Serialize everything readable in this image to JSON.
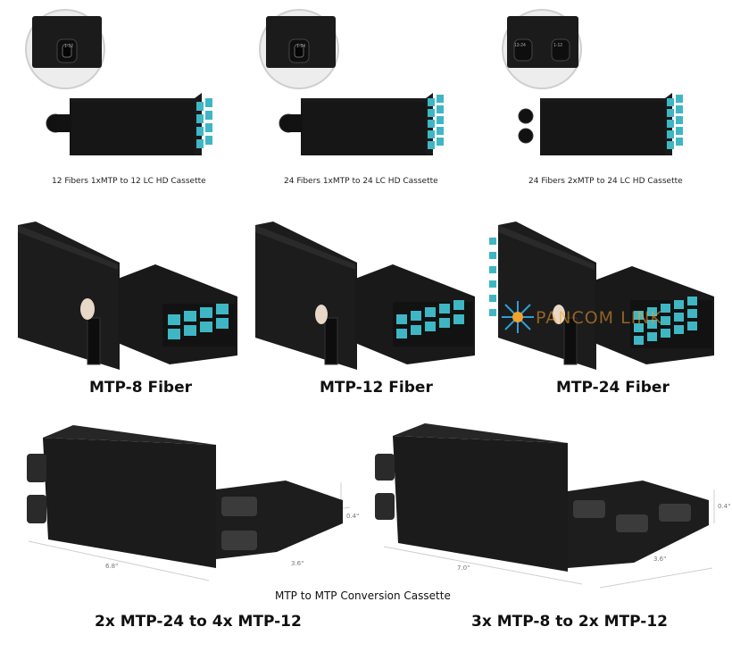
{
  "row1": {
    "captions": [
      "12 Fibers 1xMTP to 12 LC HD Cassette",
      "24 Fibers 1xMTP to 24 LC HD Cassette",
      "24 Fibers 2xMTP to 24 LC HD Cassette"
    ],
    "inset_labels": [
      "1-12",
      "1-24",
      "13-24",
      "1-12"
    ]
  },
  "row2": {
    "captions": [
      "MTP-8 Fiber",
      "MTP-12 Fiber",
      "MTP-24 Fiber"
    ],
    "logo_text": "PANCOM LINK"
  },
  "row3": {
    "captions": [
      "2x MTP-24 to 4x MTP-12",
      "3x MTP-8 to 2x MTP-12"
    ],
    "center_caption": "MTP to MTP Conversion Cassette",
    "dims_left": [
      "6.8\"",
      "3.6\"",
      "0.4\""
    ],
    "dims_right": [
      "7.0\"",
      "3.6\"",
      "0.4\""
    ]
  },
  "colors": {
    "body": "#1a1a1a",
    "aqua": "#3fb6c3",
    "inset_ring": "#cfcfcf"
  }
}
